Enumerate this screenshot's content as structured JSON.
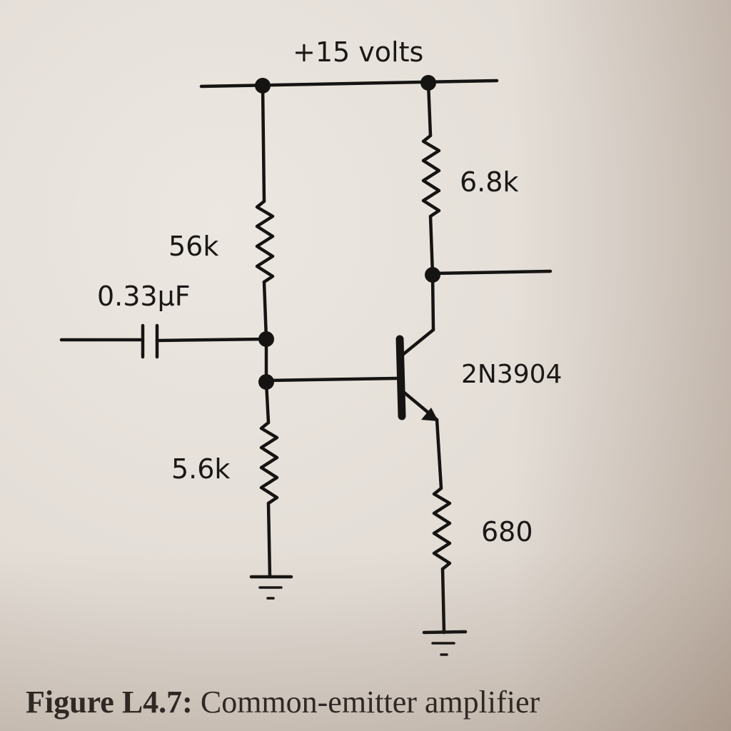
{
  "labels": {
    "supply": "+15 volts",
    "r_collector": "6.8k",
    "r_bias_top": "56k",
    "capacitor": "0.33µF",
    "r_bias_bottom": "5.6k",
    "transistor": "2N3904",
    "r_emitter": "680"
  },
  "caption": {
    "figure_label": "Figure L4.7:",
    "title": "Common-emitter amplifier"
  }
}
